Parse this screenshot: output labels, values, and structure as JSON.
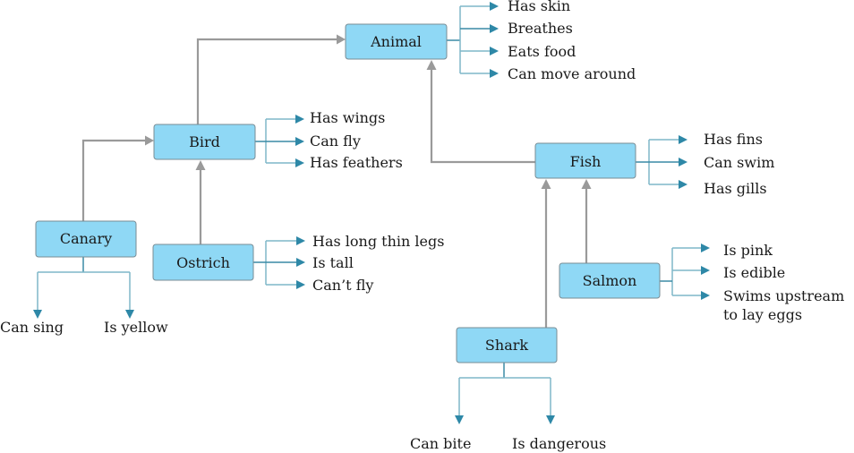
{
  "diagram": {
    "type": "semantic-network",
    "colors": {
      "node_fill": "#8fd8f5",
      "node_border": "#7a8c94",
      "isa_arrow": "#9a9a9a",
      "property_arrow": "#2e88a7"
    },
    "nodes": [
      {
        "id": "animal",
        "label": "Animal",
        "properties": [
          "Has skin",
          "Breathes",
          "Eats food",
          "Can move around"
        ]
      },
      {
        "id": "bird",
        "label": "Bird",
        "properties": [
          "Has wings",
          "Can fly",
          "Has feathers"
        ]
      },
      {
        "id": "fish",
        "label": "Fish",
        "properties": [
          "Has fins",
          "Can swim",
          "Has gills"
        ]
      },
      {
        "id": "canary",
        "label": "Canary",
        "properties": [
          "Can sing",
          "Is yellow"
        ]
      },
      {
        "id": "ostrich",
        "label": "Ostrich",
        "properties": [
          "Has long thin legs",
          "Is tall",
          "Can’t fly"
        ]
      },
      {
        "id": "salmon",
        "label": "Salmon",
        "properties": [
          "Is pink",
          "Is edible",
          "Swims upstream to lay eggs"
        ]
      },
      {
        "id": "shark",
        "label": "Shark",
        "properties": [
          "Can bite",
          "Is dangerous"
        ]
      }
    ],
    "edges": [
      {
        "from": "bird",
        "to": "animal",
        "relation": "is-a"
      },
      {
        "from": "fish",
        "to": "animal",
        "relation": "is-a"
      },
      {
        "from": "canary",
        "to": "bird",
        "relation": "is-a"
      },
      {
        "from": "ostrich",
        "to": "bird",
        "relation": "is-a"
      },
      {
        "from": "shark",
        "to": "fish",
        "relation": "is-a"
      },
      {
        "from": "salmon",
        "to": "fish",
        "relation": "is-a"
      }
    ],
    "salmon_prop3_lines": [
      "Swims upstream",
      "to lay eggs"
    ]
  }
}
